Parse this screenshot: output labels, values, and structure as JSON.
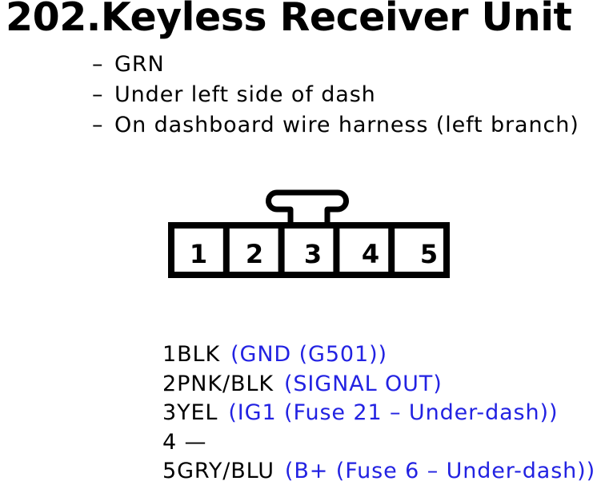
{
  "page": {
    "title": "202.Keyless Receiver Unit",
    "bullet_marker": "–",
    "bullets": [
      "GRN",
      "Under left side of dash",
      "On dashboard wire harness (left branch)"
    ]
  },
  "connector": {
    "pin_numbers": [
      "1",
      "2",
      "3",
      "4",
      "5"
    ]
  },
  "pinout": {
    "rows": [
      {
        "label": "1BLK",
        "note": "(GND (G501))"
      },
      {
        "label": "2PNK/BLK",
        "note": "(SIGNAL OUT)"
      },
      {
        "label": "3YEL",
        "note": "(IG1 (Fuse 21 – Under-dash))"
      },
      {
        "label": "4 —",
        "note": ""
      },
      {
        "label": "5GRY/BLU",
        "note": "(B+ (Fuse 6 – Under-dash))"
      }
    ]
  },
  "colors": {
    "note_blue": "#2222e2",
    "ink_black": "#000000"
  }
}
